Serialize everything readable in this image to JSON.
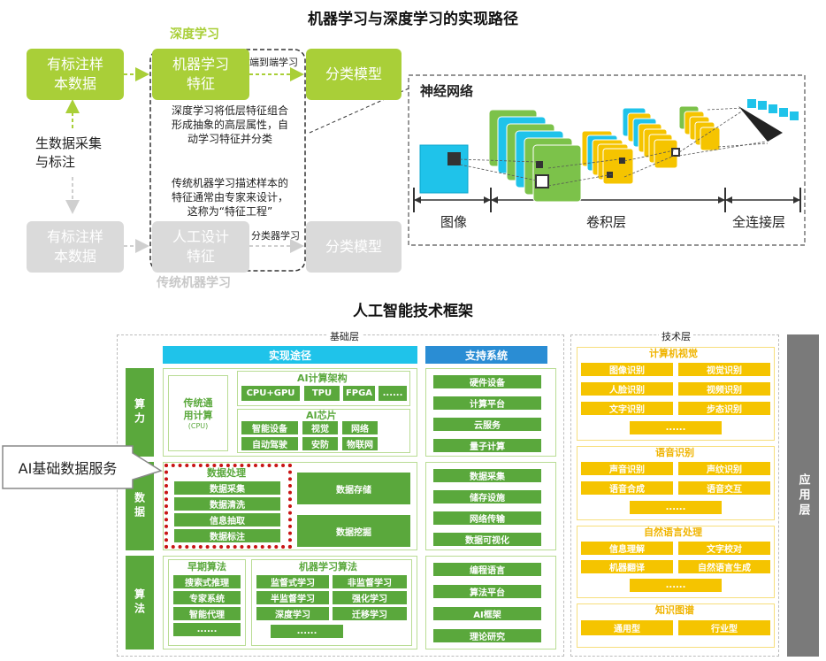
{
  "top": {
    "title": "机器学习与深度学习的实现路径",
    "dl_label": "深度学习",
    "ml_label": "传统机器学习",
    "g_labeled": "有标注样\n本数据",
    "g_feat": "机器学习\n特征",
    "g_class": "分类模型",
    "e2e": "端到端学习",
    "clsl": "分类器学习",
    "raw": "生数据采集\n与标注",
    "dl_note": "深度学习将低层特征组合\n形成抽象的高层属性，自\n动学习特征并分类",
    "ml_note": "传统机器学习描述样本的\n特征通常由专家来设计，\n这称为“特征工程”",
    "gray_labeled": "有标注样\n本数据",
    "gray_feat": "人工设计\n特征",
    "gray_class": "分类模型",
    "nn_title": "神经网络",
    "nn_image": "图像",
    "nn_conv": "卷积层",
    "nn_fc": "全连接层"
  },
  "bottom": {
    "title": "人工智能技术框架",
    "base": "基础层",
    "tech": "技术层",
    "app": "应用层",
    "impl": "实现途径",
    "support": "支持系统",
    "row_compute": "算力",
    "row_data": "数据",
    "row_algo": "算法",
    "trad": "传统通\n用计算",
    "cpu": "(CPU)",
    "ai_arch": "AI计算架构",
    "arch_items": [
      "CPU+GPU",
      "TPU",
      "FPGA",
      "......"
    ],
    "ai_chip": "AI芯片",
    "chip_items": [
      "智能设备",
      "视觉",
      "网络",
      "自动驾驶",
      "安防",
      "物联网"
    ],
    "data_proc": "数据处理",
    "proc_items": [
      "数据采集",
      "数据清洗",
      "信息抽取",
      "数据标注"
    ],
    "data_store": "数据存储",
    "data_mine": "数据挖掘",
    "early": "早期算法",
    "early_items": [
      "搜索式推理",
      "专家系统",
      "智能代理",
      "......"
    ],
    "mla": "机器学习算法",
    "mla_items": [
      "监督式学习",
      "非监督学习",
      "半监督学习",
      "强化学习",
      "深度学习",
      "迁移学习",
      "......"
    ],
    "support_items": [
      "硬件设备",
      "计算平台",
      "云服务",
      "量子计算",
      "数据采集",
      "储存设施",
      "网络传输",
      "数据可视化",
      "编程语言",
      "算法平台",
      "AI框架",
      "理论研究"
    ],
    "cv": "计算机视觉",
    "cv_items": [
      "图像识别",
      "视觉识别",
      "人脸识别",
      "视频识别",
      "文字识别",
      "步态识别",
      "......"
    ],
    "speech": "语音识别",
    "speech_items": [
      "声音识别",
      "声纹识别",
      "语音合成",
      "语音交互",
      "......"
    ],
    "nlp": "自然语言处理",
    "nlp_items": [
      "信息理解",
      "文字校对",
      "机器翻译",
      "自然语言生成",
      "......"
    ],
    "kg": "知识图谱",
    "kg_items": [
      "通用型",
      "行业型"
    ],
    "callout": "AI基础数据服务"
  }
}
